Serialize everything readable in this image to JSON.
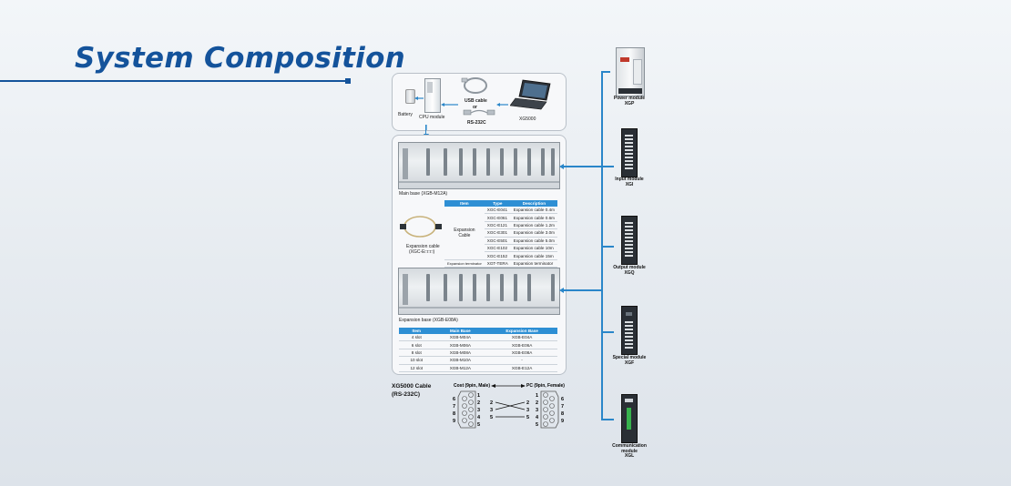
{
  "title": "System Composition",
  "colors": {
    "brand": "#14539b",
    "accent": "#2e8fd4",
    "bus": "#2a86c9"
  },
  "top": {
    "battery": "Battery",
    "cpu": "CPU module",
    "usb_cable": "USB cable",
    "or": "or",
    "rs232c": "RS-232C",
    "software": "XG5000"
  },
  "main_base": {
    "label": "Main base (XGB-M12A)"
  },
  "expansion_cable": {
    "label_line1": "Expansion  cable",
    "label_line2": "(XGC-E□□□)",
    "headers": [
      "Item",
      "Type",
      "Description"
    ],
    "group_label_line1": "Expansion",
    "group_label_line2": "Cable",
    "rows": [
      [
        "XGC-E041",
        "Expansion cable 0.4m"
      ],
      [
        "XGC-E061",
        "Expansion cable 0.6m"
      ],
      [
        "XGC-E121",
        "Expansion cable 1.2m"
      ],
      [
        "XGC-E301",
        "Expansion cable 3.0m"
      ],
      [
        "XGC-E501",
        "Expansion cable 5.0m"
      ],
      [
        "XGC-E102",
        "Expansion cable 10m"
      ],
      [
        "XGC-E152",
        "Expansion cable 15m"
      ]
    ],
    "terminator": [
      "Expansion terminator",
      "XGT-TERA",
      "Expansion terminator"
    ]
  },
  "expansion_base": {
    "label": "Expansion base (XGB-E08A)"
  },
  "base_table": {
    "headers": [
      "Item",
      "Main Base",
      "Expansion Base"
    ],
    "rows": [
      [
        "4 slot",
        "XGB-M04A",
        "XGB-E04A"
      ],
      [
        "6 slot",
        "XGB-M06A",
        "XGB-E06A"
      ],
      [
        "8 slot",
        "XGB-M08A",
        "XGB-E08A"
      ],
      [
        "10 slot",
        "XGB-M10A",
        "-"
      ],
      [
        "12 slot",
        "XGB-M12A",
        "XGB-E12A"
      ]
    ]
  },
  "xg5000_cable": {
    "title_line1": "XG5000 Cable",
    "title_line2": "(RS-232C)",
    "cost_side": "Cost (9pin, Male)",
    "pc_side": "PC (9pin, Female)",
    "left_pins_outer": [
      "6",
      "7",
      "8",
      "9"
    ],
    "left_pins_inner": [
      "1",
      "2",
      "3",
      "4",
      "5"
    ],
    "right_pins_inner": [
      "1",
      "2",
      "3",
      "4",
      "5"
    ],
    "right_pins_outer": [
      "6",
      "7",
      "8",
      "9"
    ],
    "wire_left": [
      "2",
      "3",
      "5"
    ],
    "wire_right": [
      "2",
      "3",
      "5"
    ]
  },
  "modules": [
    {
      "line1": "Power module",
      "line2": "XGP"
    },
    {
      "line1": "Input module",
      "line2": "XGI"
    },
    {
      "line1": "Output module",
      "line2": "XGQ"
    },
    {
      "line1": "Special module",
      "line2": "XGF"
    },
    {
      "line1": "Communication",
      "line2": "module",
      "line3": "XGL"
    }
  ]
}
